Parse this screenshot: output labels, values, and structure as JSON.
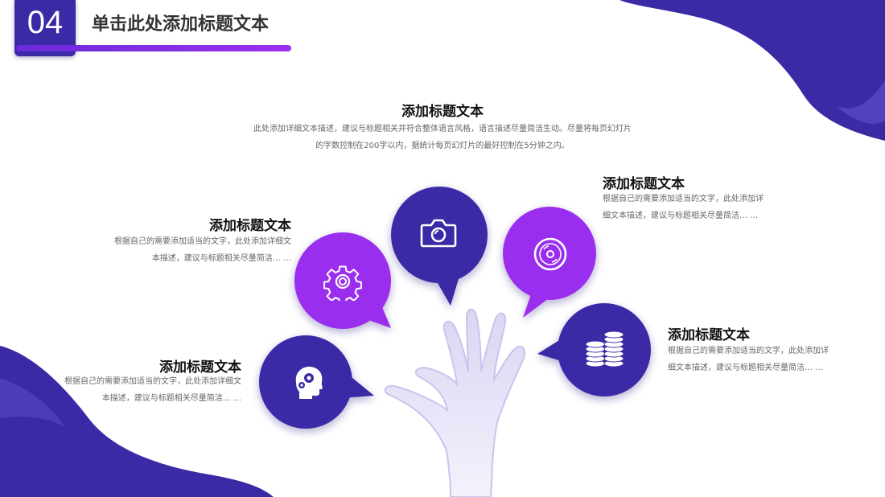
{
  "header": {
    "section_number": "04",
    "title": "单击此处添加标题文本"
  },
  "top_block": {
    "heading": "添加标题文本",
    "description_line1": "此处添加详细文本描述，建议与标题相关并符合整体语言风格，语言描述尽量简洁生动。尽量将每页幻灯片",
    "description_line2": "的字数控制在200字以内，据统计每页幻灯片的最好控制在5分钟之内。"
  },
  "blocks": [
    {
      "heading": "添加标题文本",
      "line1": "根据自己的需要添加适当的文字，此处添加详细文",
      "line2": "本描述，建议与标题相关尽量简洁… …",
      "icon": "gear-icon"
    },
    {
      "heading": "添加标题文本",
      "line1": "根据自己的需要添加适当的文字，此处添加详",
      "line2": "细文本描述，建议与标题相关尽量简洁… …",
      "icon": "disc-icon"
    },
    {
      "heading": "添加标题文本",
      "line1": "根据自己的需要添加适当的文字，此处添加详细文",
      "line2": "本描述，建议与标题相关尽量简洁… …",
      "icon": "head-gear-icon"
    },
    {
      "heading": "添加标题文本",
      "line1": "根据自己的需要添加适当的文字，此处添加详",
      "line2": "细文本描述，建议与标题相关尽量简洁… …",
      "icon": "coins-icon"
    }
  ],
  "center_icon": "camera-icon",
  "colors": {
    "indigo": "#3b2aa6",
    "purple": "#9a2fee",
    "hand": "#e9e7f7"
  }
}
